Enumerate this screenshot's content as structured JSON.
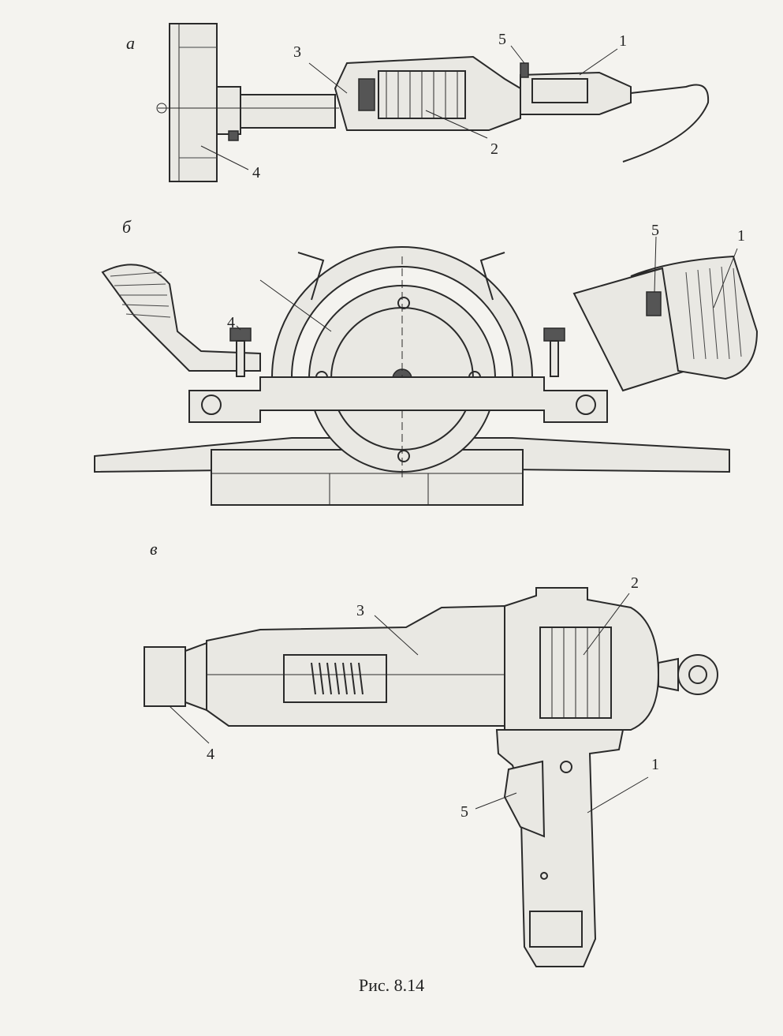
{
  "figure": {
    "caption": "Рис. 8.14",
    "panels": [
      {
        "letter": "а",
        "callouts": [
          "1",
          "2",
          "3",
          "4",
          "5"
        ]
      },
      {
        "letter": "б",
        "callouts": [
          "1",
          "4",
          "5"
        ]
      },
      {
        "letter": "в",
        "callouts": [
          "1",
          "2",
          "3",
          "4",
          "5"
        ]
      }
    ]
  }
}
